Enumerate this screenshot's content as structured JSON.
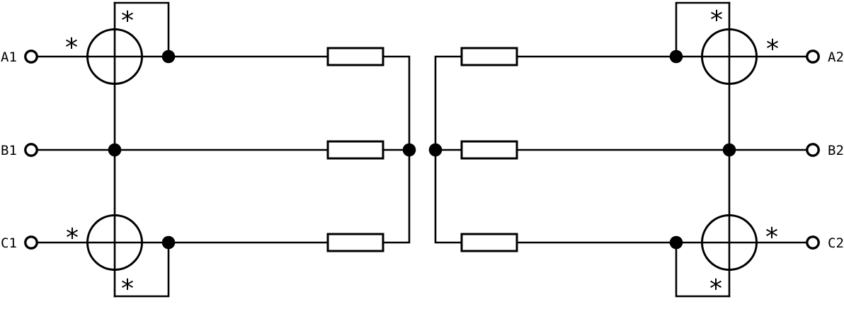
{
  "diagram": {
    "description": "three-phase circuit schematic",
    "colors": {
      "line": "#000000",
      "background": "#ffffff"
    },
    "terminals": {
      "a1": "A1",
      "b1": "B1",
      "c1": "C1",
      "a2": "A2",
      "b2": "B2",
      "c2": "C2"
    },
    "polarity_mark": "*"
  }
}
